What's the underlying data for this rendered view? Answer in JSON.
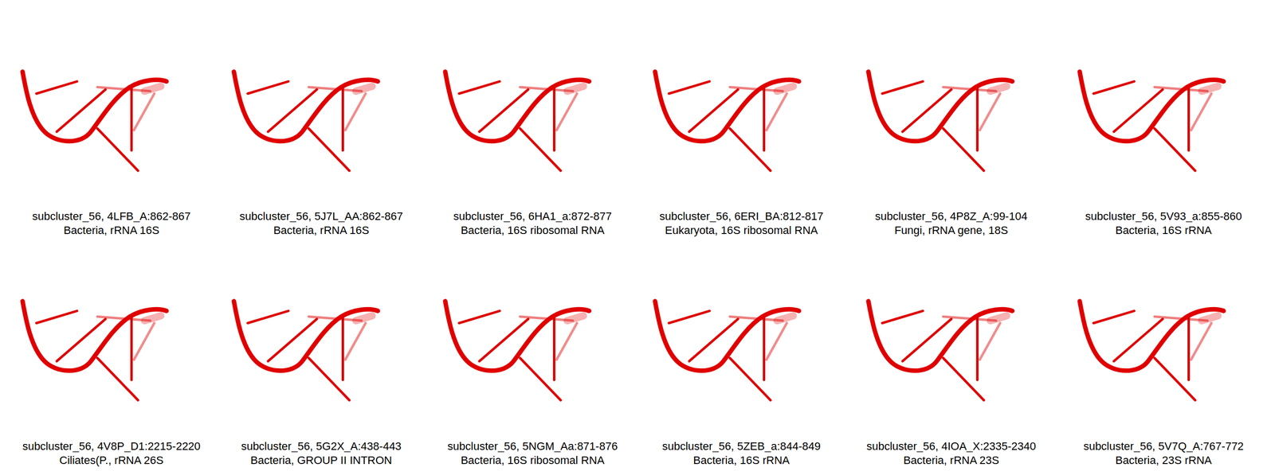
{
  "diagram": {
    "labels": [
      "subcluster_56, 4LFB_A:862-867",
      "Bacteria, rRNA 16S",
      "subcluster_56, 5J7L_AA:862-867",
      "Bacteria, rRNA 16S",
      "subcluster_56, 6HA1_a:872-877",
      "Bacteria, 16S ribosomal RNA",
      "subcluster_56, 6ERI_BA:812-817",
      "Eukaryota, 16S ribosomal RNA",
      "subcluster_56, 4P8Z_A:99-104",
      "Fungi, rRNA gene, 18S",
      "subcluster_56, 5V93_a:855-860",
      "Bacteria, 16S rRNA",
      "subcluster_56, 4V8P_D1:2215-2220",
      "Ciliates(P., rRNA 26S",
      "subcluster_56, 5G2X_A:438-443",
      "Bacteria, GROUP II INTRON",
      "subcluster_56, 5NGM_Aa:871-876",
      "Bacteria, 16S ribosomal RNA",
      "subcluster_56, 5ZEB_a:844-849",
      "Bacteria, 16S rRNA",
      "subcluster_56, 4IOA_X:2335-2340",
      "Bacteria, rRNA 23S",
      "subcluster_56, 5V7Q_A:767-772",
      "Bacteria, 23S rRNA"
    ]
  }
}
